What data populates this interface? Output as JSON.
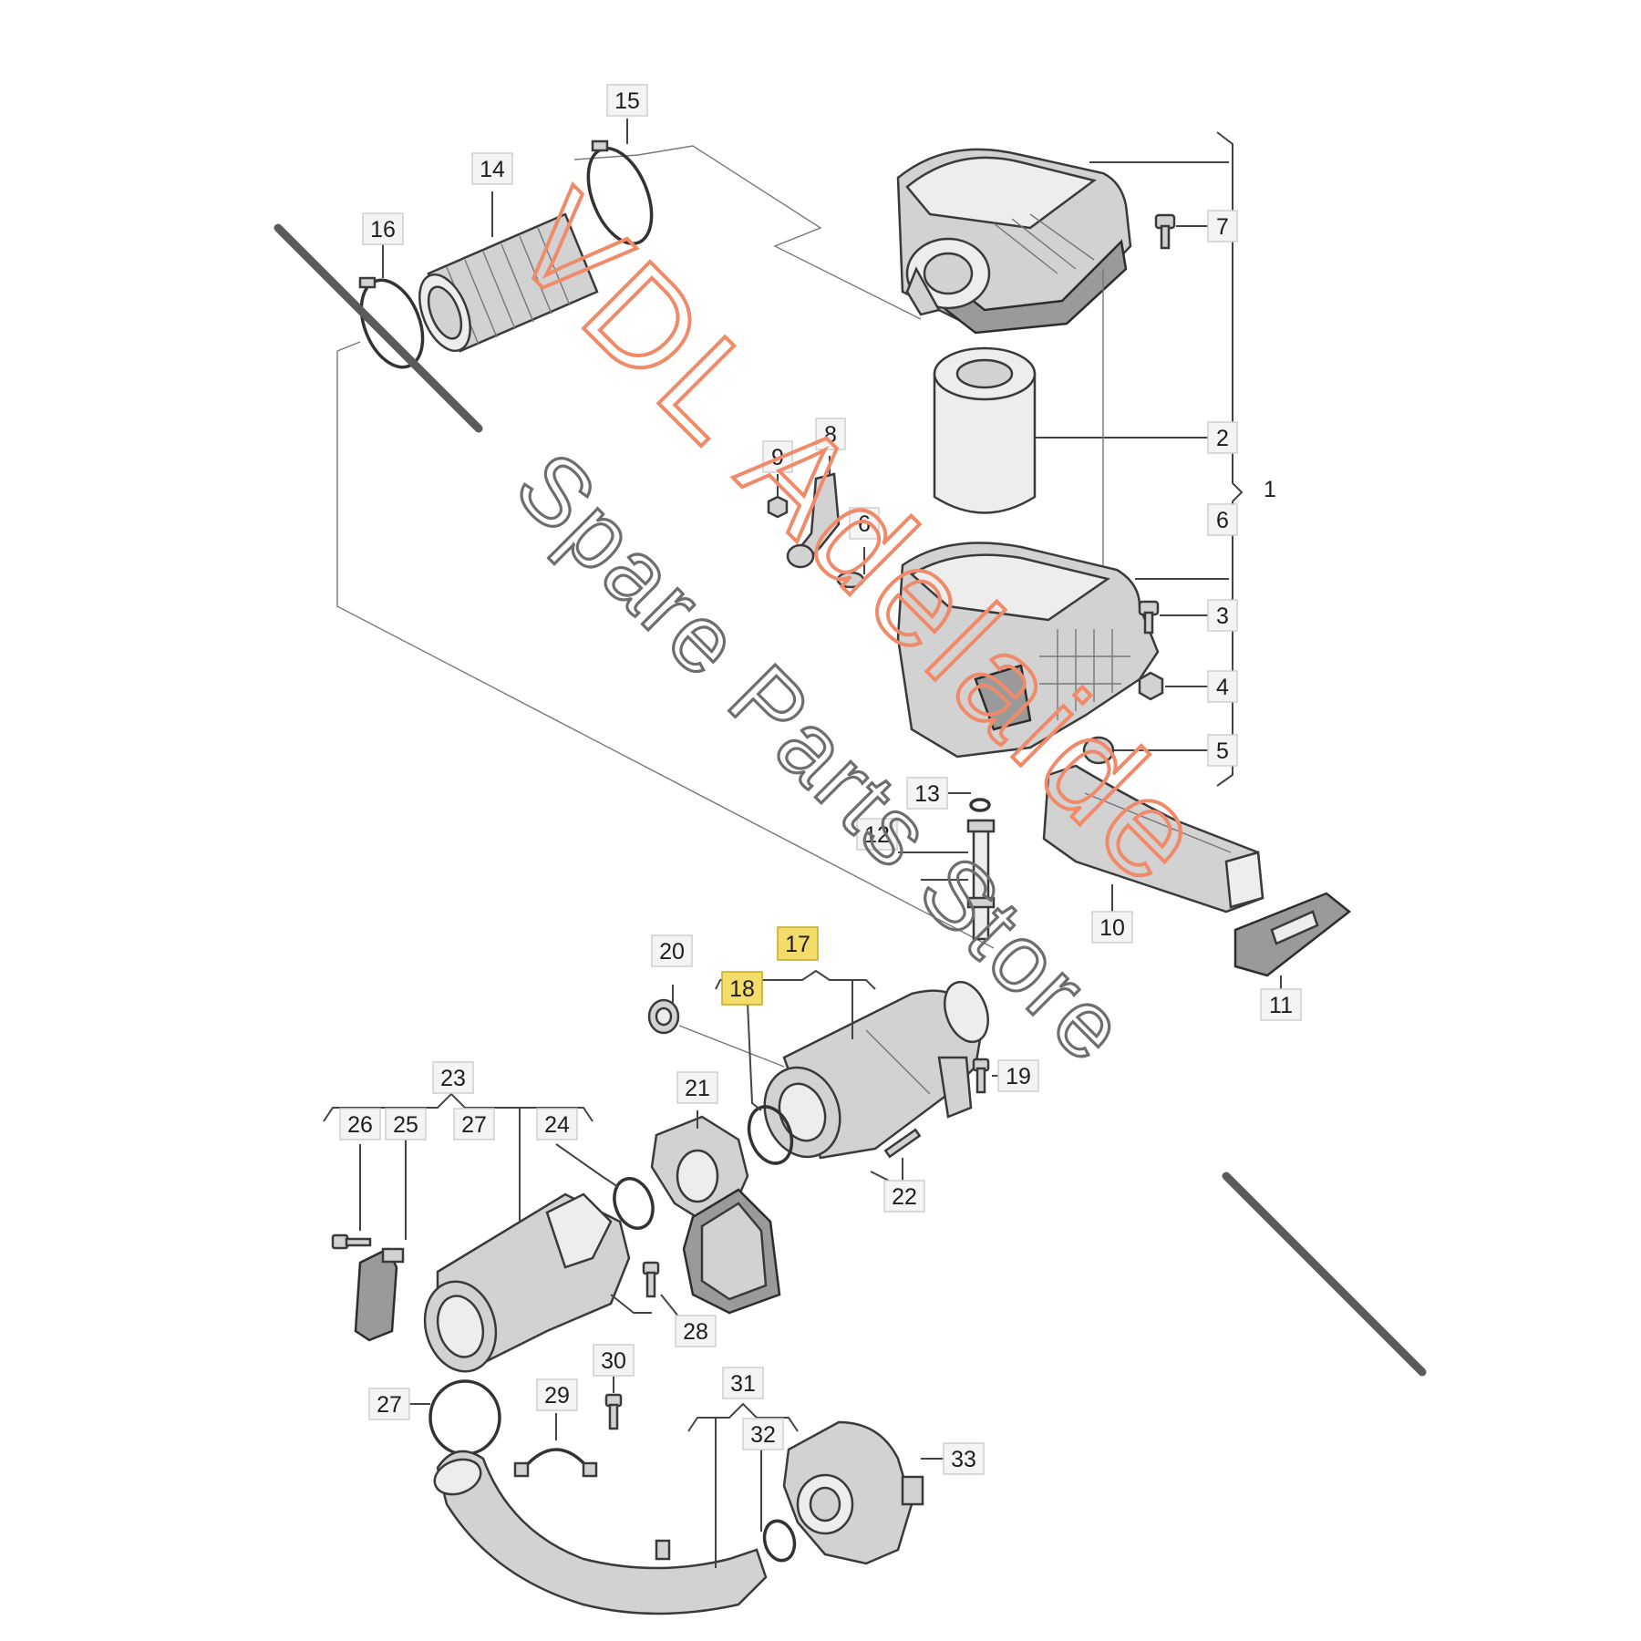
{
  "diagram": {
    "callouts": [
      {
        "id": "c1",
        "text": "1",
        "highlight": false
      },
      {
        "id": "c2",
        "text": "2",
        "highlight": false
      },
      {
        "id": "c3",
        "text": "3",
        "highlight": false
      },
      {
        "id": "c4",
        "text": "4",
        "highlight": false
      },
      {
        "id": "c5",
        "text": "5",
        "highlight": false
      },
      {
        "id": "c6",
        "text": "6",
        "highlight": false
      },
      {
        "id": "c6b",
        "text": "6",
        "highlight": false
      },
      {
        "id": "c7",
        "text": "7",
        "highlight": false
      },
      {
        "id": "c8",
        "text": "8",
        "highlight": false
      },
      {
        "id": "c9",
        "text": "9",
        "highlight": false
      },
      {
        "id": "c10",
        "text": "10",
        "highlight": false
      },
      {
        "id": "c11",
        "text": "11",
        "highlight": false
      },
      {
        "id": "c12",
        "text": "12",
        "highlight": false
      },
      {
        "id": "c13",
        "text": "13",
        "highlight": false
      },
      {
        "id": "c14",
        "text": "14",
        "highlight": false
      },
      {
        "id": "c15",
        "text": "15",
        "highlight": false
      },
      {
        "id": "c16",
        "text": "16",
        "highlight": false
      },
      {
        "id": "c17",
        "text": "17",
        "highlight": true
      },
      {
        "id": "c18",
        "text": "18",
        "highlight": true
      },
      {
        "id": "c19",
        "text": "19",
        "highlight": false
      },
      {
        "id": "c20",
        "text": "20",
        "highlight": false
      },
      {
        "id": "c21",
        "text": "21",
        "highlight": false
      },
      {
        "id": "c22",
        "text": "22",
        "highlight": false
      },
      {
        "id": "c23",
        "text": "23",
        "highlight": false
      },
      {
        "id": "c24",
        "text": "24",
        "highlight": false
      },
      {
        "id": "c25",
        "text": "25",
        "highlight": false
      },
      {
        "id": "c26",
        "text": "26",
        "highlight": false
      },
      {
        "id": "c27",
        "text": "27",
        "highlight": false
      },
      {
        "id": "c27b",
        "text": "27",
        "highlight": false
      },
      {
        "id": "c28",
        "text": "28",
        "highlight": false
      },
      {
        "id": "c29",
        "text": "29",
        "highlight": false
      },
      {
        "id": "c30",
        "text": "30",
        "highlight": false
      },
      {
        "id": "c31",
        "text": "31",
        "highlight": false
      },
      {
        "id": "c32",
        "text": "32",
        "highlight": false
      },
      {
        "id": "c33",
        "text": "33",
        "highlight": false
      }
    ],
    "colors": {
      "highlight": "#f3dc6a",
      "watermark_red": "#ef8a6a",
      "watermark_grey": "#6e6e6e"
    }
  },
  "watermark": {
    "line1": "VDL Adelaide",
    "line2": "Spare Parts Store"
  }
}
